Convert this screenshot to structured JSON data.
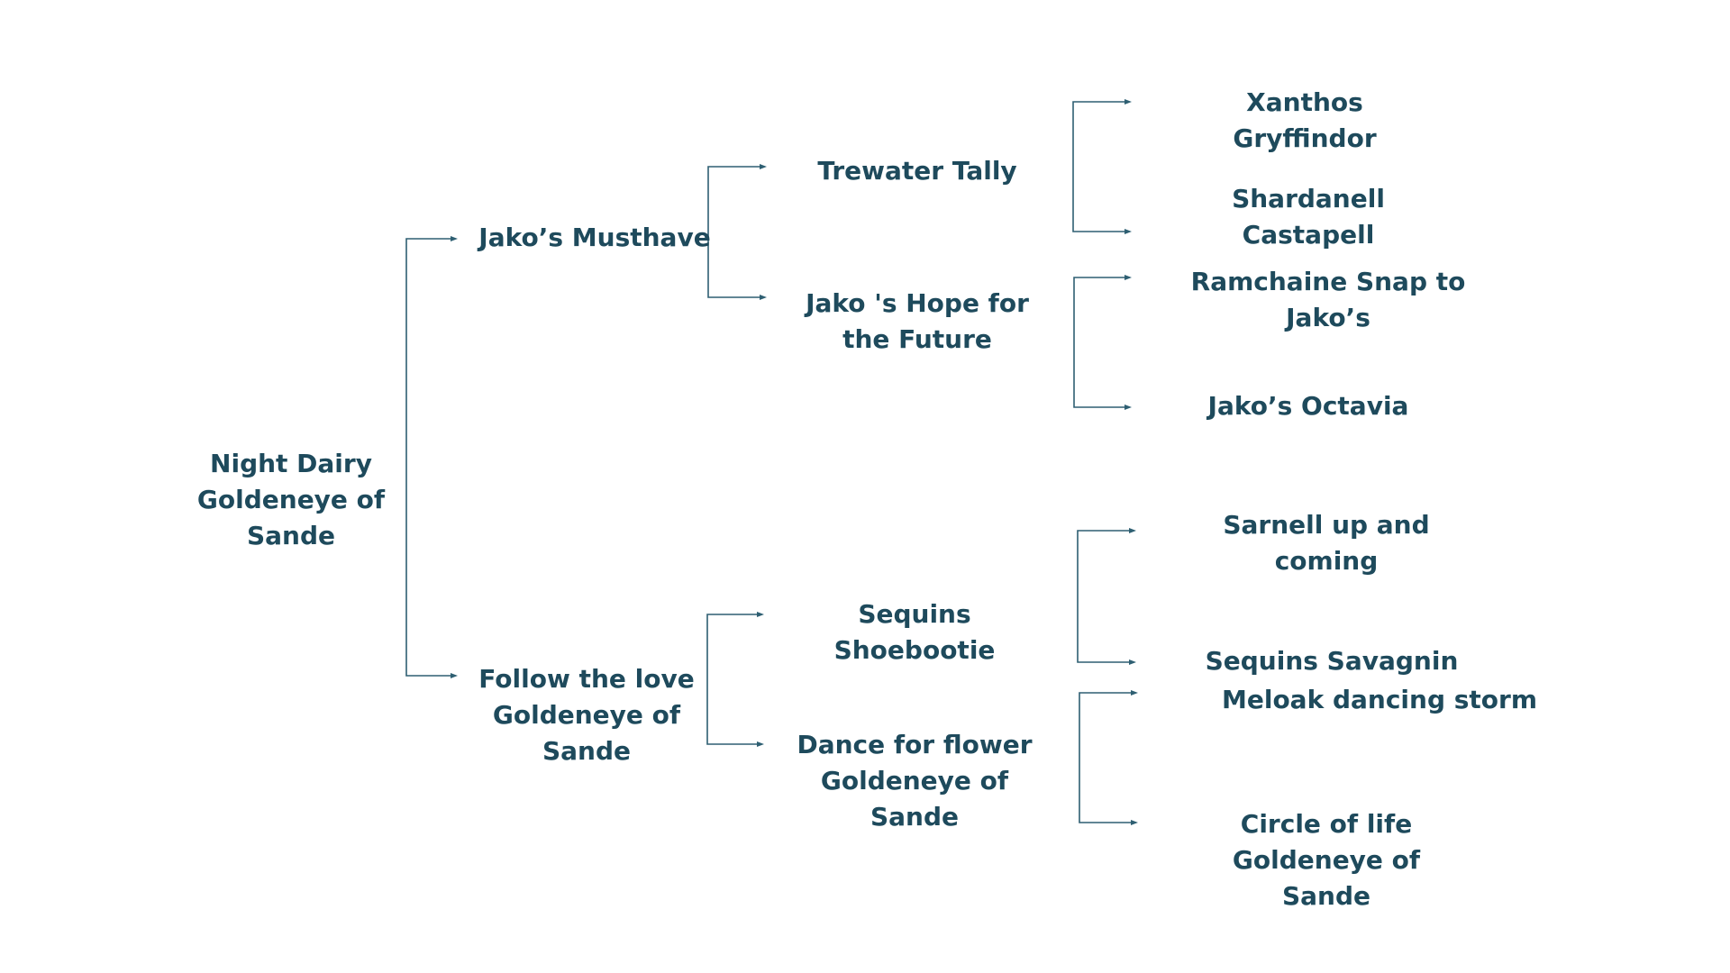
{
  "colors": {
    "text": "#1e4a5c",
    "connector": "#2e5f72",
    "background": "#ffffff"
  },
  "pedigree": {
    "subject": "Night Dairy\nGoldeneye of\nSande",
    "sire": "Jako’s Musthave",
    "dam": "Follow the love\nGoldeneye of\nSande",
    "sire_sire": "Trewater Tally",
    "sire_dam": "Jako 's Hope for\nthe Future",
    "dam_sire": "Sequins\nShoebootie",
    "dam_dam": "Dance for flower\nGoldeneye of\nSande",
    "sire_sire_sire": "Xanthos\nGryffindor",
    "sire_sire_dam": "Shardanell\nCastapell",
    "sire_dam_sire": "Ramchaine Snap to\nJako’s",
    "sire_dam_dam": "Jako’s Octavia",
    "dam_sire_sire": "Sarnell up and\ncoming",
    "dam_sire_dam": "Sequins Savagnin",
    "dam_dam_sire": "Meloak dancing storm",
    "dam_dam_dam": "Circle of life\nGoldeneye of\nSande"
  }
}
